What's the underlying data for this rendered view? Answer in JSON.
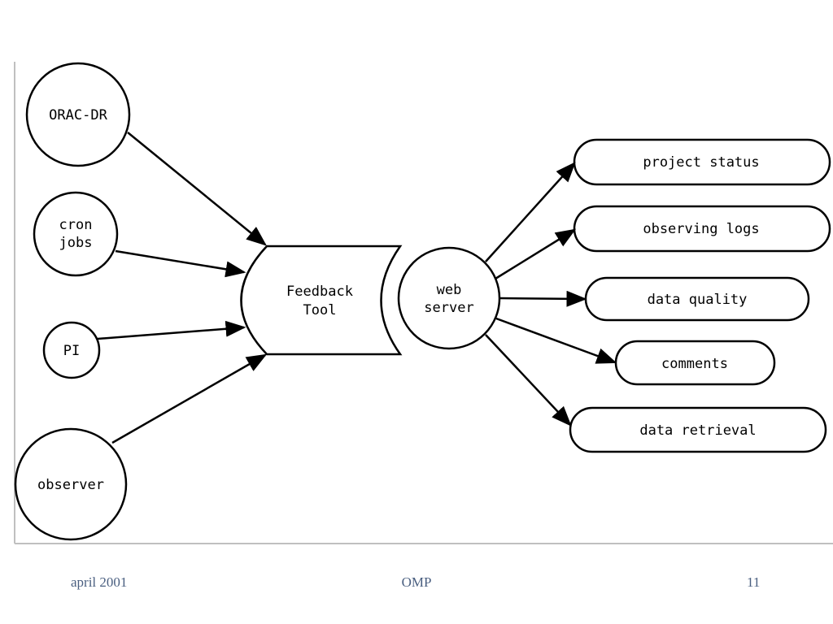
{
  "sources": {
    "oracdr": [
      "ORAC-DR"
    ],
    "cron": [
      "cron",
      "jobs"
    ],
    "pi": [
      "PI"
    ],
    "observer": [
      "observer"
    ]
  },
  "hub": {
    "feedback": [
      "Feedback",
      "Tool"
    ],
    "webserver": [
      "web",
      "server"
    ]
  },
  "outputs": {
    "project_status": "project status",
    "observing_logs": "observing logs",
    "data_quality": "data quality",
    "comments": "comments",
    "data_retrieval": "data retrieval"
  },
  "footer": {
    "left": "april 2001",
    "center": "OMP",
    "right": "11"
  },
  "colors": {
    "stroke": "#000000",
    "frame": "#c0c0c0",
    "footer_text": "#4a5f80"
  }
}
